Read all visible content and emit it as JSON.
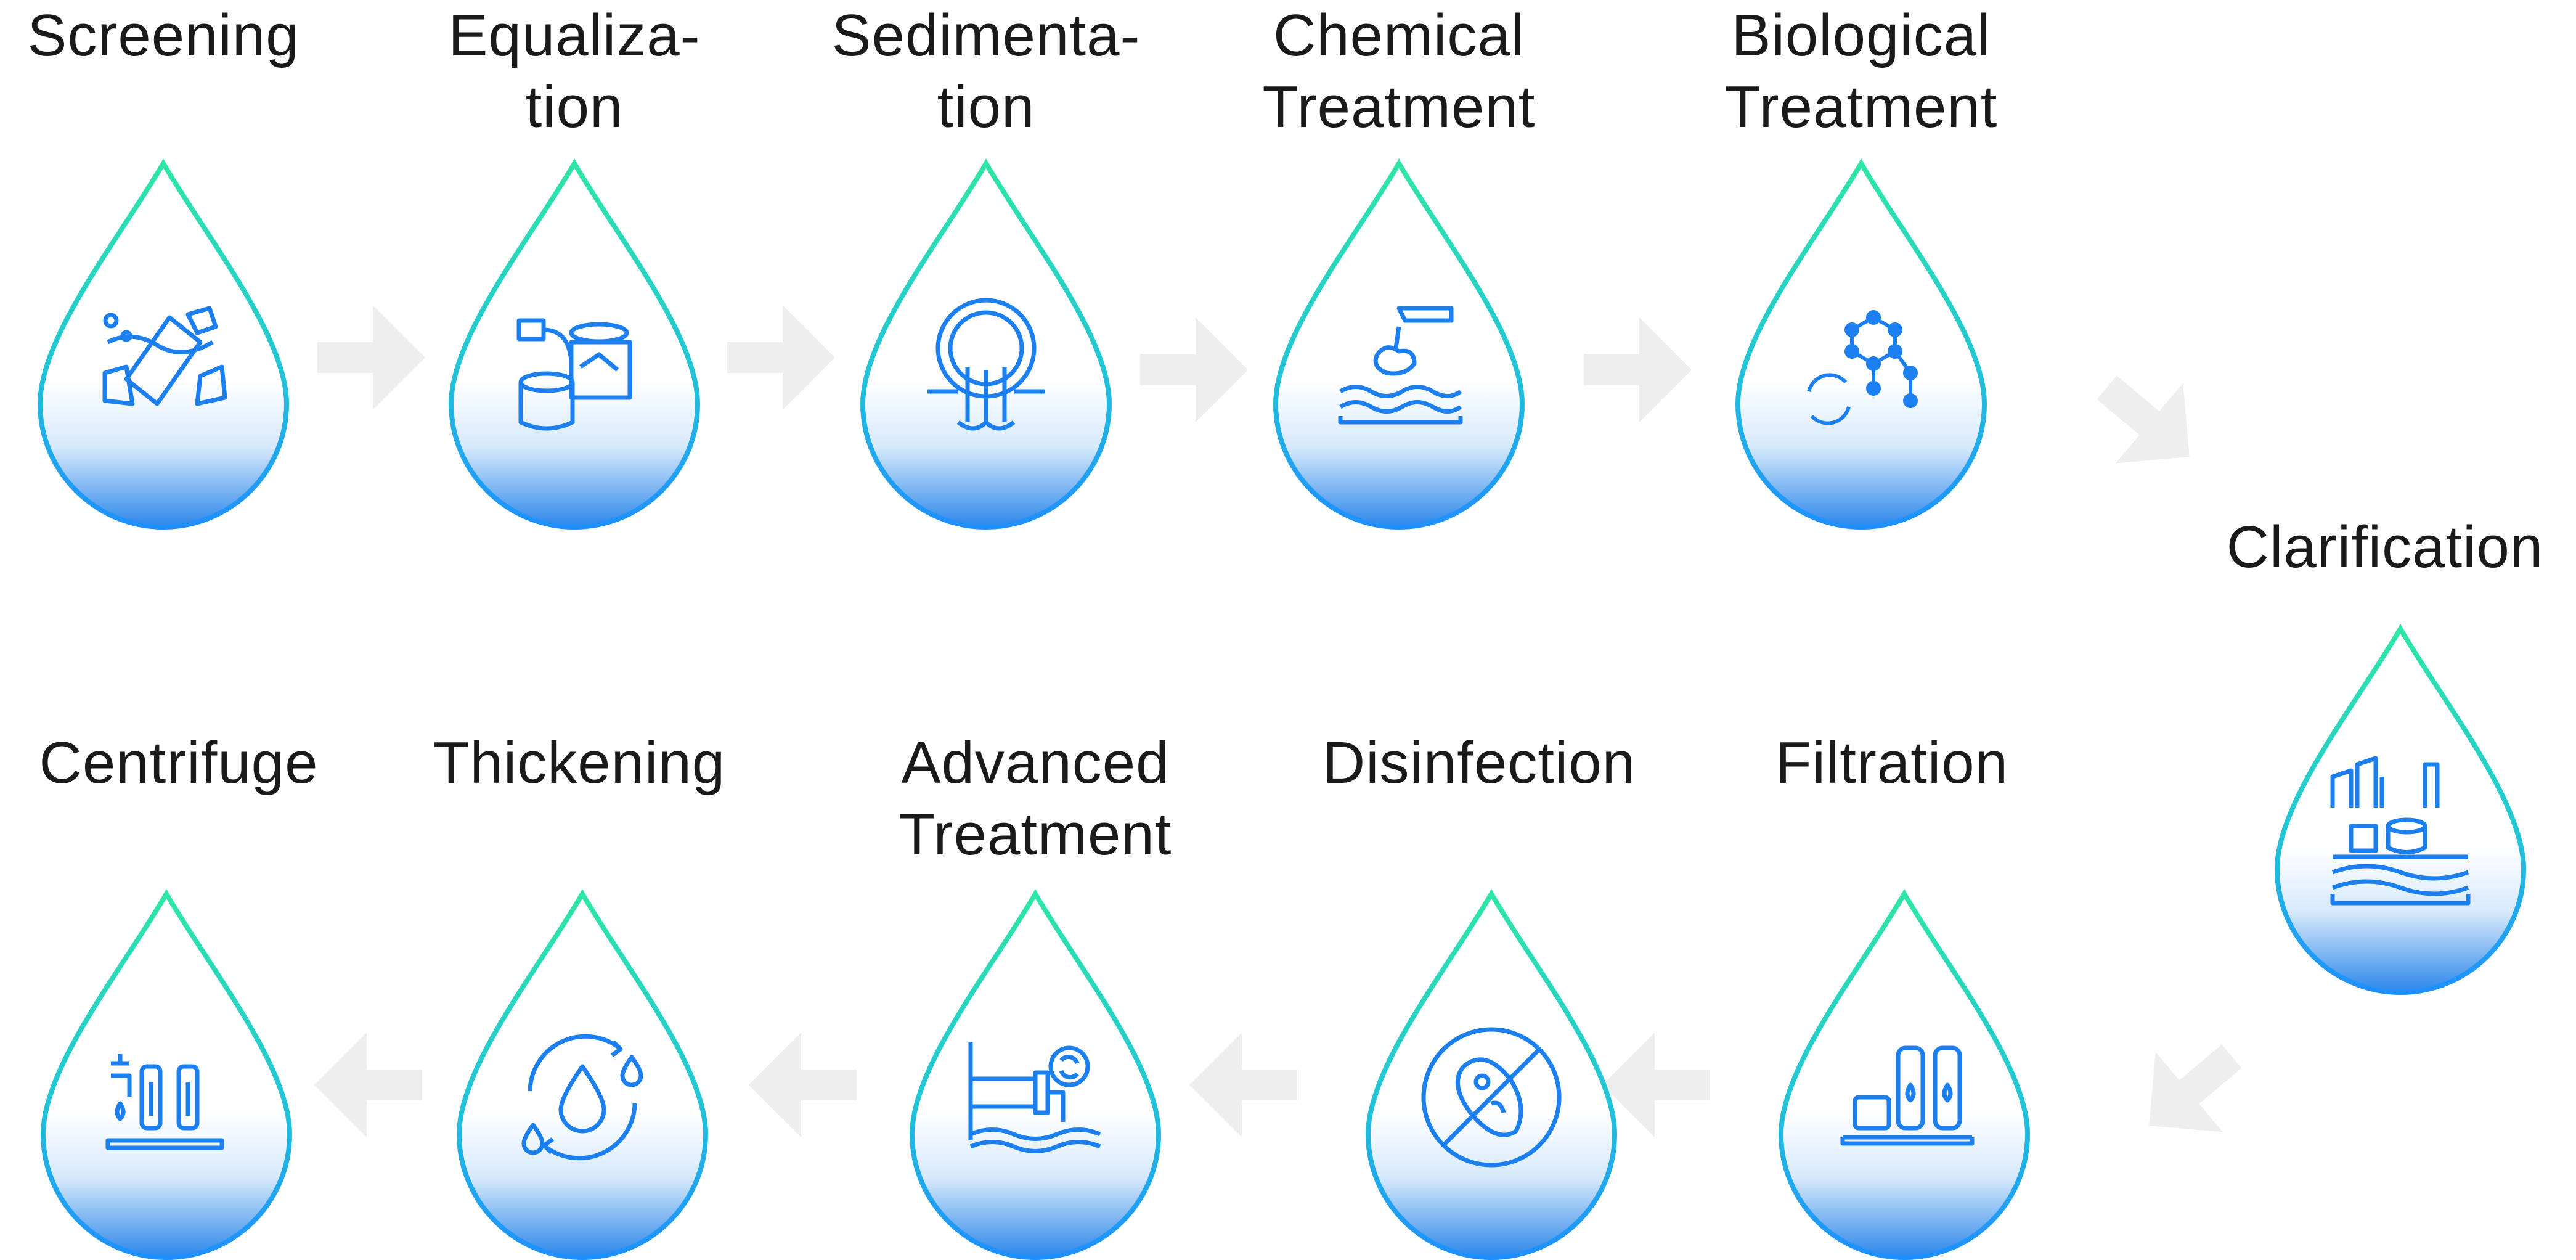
{
  "diagram": {
    "colors": {
      "drop_outline_top": "#2ee6a6",
      "drop_outline_bottom": "#1f8fff",
      "drop_fill_bottom": "#2b86ea",
      "icon_stroke": "#1b7ff0",
      "arrow": "#eeeeee",
      "label": "#1a1a1a"
    },
    "steps": [
      {
        "id": "screening",
        "lines": [
          "Screening"
        ],
        "icon": "trash-debris-icon"
      },
      {
        "id": "equalization",
        "lines": [
          "Equaliza-",
          "tion"
        ],
        "icon": "pipe-tanks-icon"
      },
      {
        "id": "sedimentation",
        "lines": [
          "Sedimenta-",
          "tion"
        ],
        "icon": "outlet-pipe-icon"
      },
      {
        "id": "chemical-treatment",
        "lines": [
          "Chemical",
          "Treatment"
        ],
        "icon": "chemical-pour-icon"
      },
      {
        "id": "biological-treatment",
        "lines": [
          "Biological",
          "Treatment"
        ],
        "icon": "molecule-cycle-icon"
      },
      {
        "id": "clarification",
        "lines": [
          "Clarification"
        ],
        "icon": "treatment-plant-icon"
      },
      {
        "id": "filtration",
        "lines": [
          "Filtration"
        ],
        "icon": "filter-tanks-icon"
      },
      {
        "id": "disinfection",
        "lines": [
          "Disinfection"
        ],
        "icon": "no-bacteria-icon"
      },
      {
        "id": "advanced-treatment",
        "lines": [
          "Advanced",
          "Treatment"
        ],
        "icon": "pipe-valve-icon"
      },
      {
        "id": "thickening",
        "lines": [
          "Thickening"
        ],
        "icon": "water-cycle-icon"
      },
      {
        "id": "centrifuge",
        "lines": [
          "Centrifuge"
        ],
        "icon": "centrifuge-machine-icon"
      }
    ]
  }
}
